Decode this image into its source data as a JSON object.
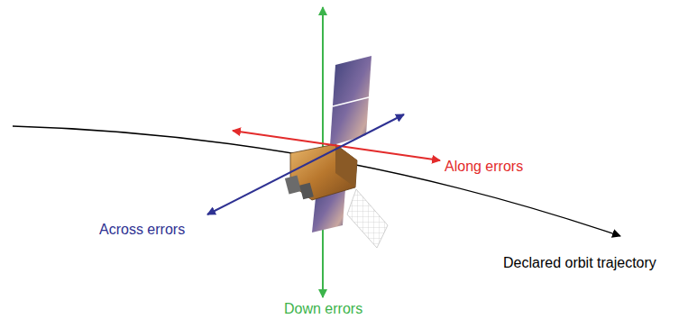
{
  "diagram": {
    "labels": [
      "Along errors",
      "Across errors",
      "Down errors",
      "Declared orbit trajectory"
    ]
  }
}
